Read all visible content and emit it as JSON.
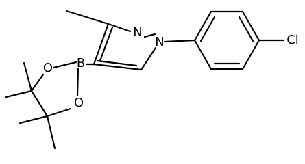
{
  "molecule": {
    "atoms": {
      "n2": "N",
      "n1": "N",
      "cl": "Cl",
      "b": "B",
      "o1": "O",
      "o2": "O"
    }
  }
}
